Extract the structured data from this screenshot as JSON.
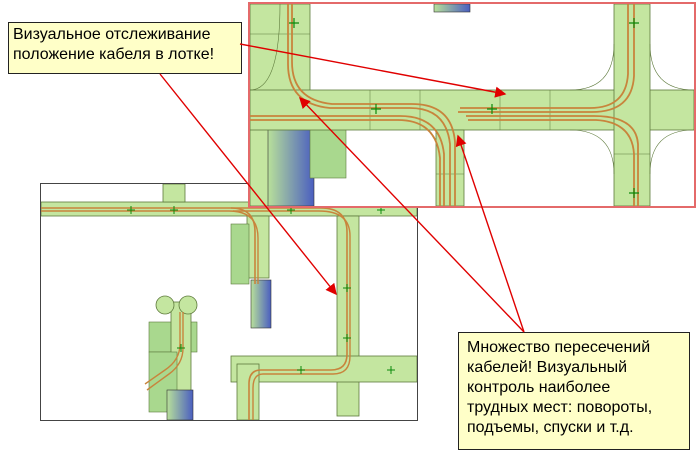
{
  "callouts": {
    "visual_tracking": {
      "lines": [
        "Визуальное отслеживание",
        "положение кабеля в лотке!"
      ]
    },
    "intersections": {
      "lines": [
        "Множество пересечений",
        "кабелей! Визуальный",
        "контроль наиболее",
        "трудных мест: повороты,",
        "подъемы, спуски и т.д."
      ]
    }
  },
  "colors": {
    "tray_fill": "#c4e6a0",
    "tray_edge": "#5e7a3c",
    "cable": "#c8843c",
    "arrow": "#e00000",
    "zoom_frame": "#e46a6a",
    "column_gradient_start": "#9ed38a",
    "column_gradient_end": "#4a5ec0"
  },
  "icons": {
    "node_marker": "green-cross-node-icon"
  }
}
